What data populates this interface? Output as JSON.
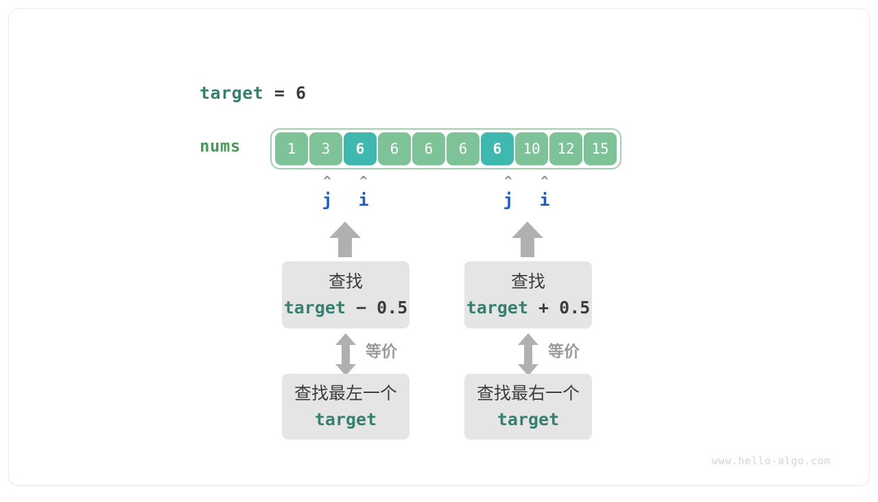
{
  "diagram": {
    "target_line": {
      "variable": "target",
      "equals": " = ",
      "value": "6"
    },
    "array": {
      "label": "nums",
      "cells": [
        {
          "value": "1",
          "highlight": false
        },
        {
          "value": "3",
          "highlight": false
        },
        {
          "value": "6",
          "highlight": true
        },
        {
          "value": "6",
          "highlight": false
        },
        {
          "value": "6",
          "highlight": false
        },
        {
          "value": "6",
          "highlight": false
        },
        {
          "value": "6",
          "highlight": true
        },
        {
          "value": "10",
          "highlight": false
        },
        {
          "value": "12",
          "highlight": false
        },
        {
          "value": "15",
          "highlight": false
        }
      ]
    },
    "pointers": [
      {
        "id": "left-j",
        "name": "j",
        "caret": "^",
        "cell_index": 1
      },
      {
        "id": "left-i",
        "name": "i",
        "caret": "^",
        "cell_index": 2
      },
      {
        "id": "right-j",
        "name": "j",
        "caret": "^",
        "cell_index": 6
      },
      {
        "id": "right-i",
        "name": "i",
        "caret": "^",
        "cell_index": 7
      }
    ],
    "left_branch": {
      "search_box": {
        "line1": "查找",
        "expr_var": "target",
        "expr_rest": " − 0.5"
      },
      "equivalence_label": "等价",
      "result_box": {
        "line1": "查找最左一个",
        "expr_var": "target"
      }
    },
    "right_branch": {
      "search_box": {
        "line1": "查找",
        "expr_var": "target",
        "expr_rest": " + 0.5"
      },
      "equivalence_label": "等价",
      "result_box": {
        "line1": "查找最右一个",
        "expr_var": "target"
      }
    },
    "watermark": "www.hello-algo.com",
    "colors": {
      "cell_normal": "#7ec397",
      "cell_highlight": "#3fb8b0",
      "array_border": "#9fd0ab",
      "keyword_teal": "#35806f",
      "nums_green": "#4c9a5a",
      "pointer_blue": "#1a5fd0",
      "box_gray": "#e5e5e5",
      "arrow_gray": "#b0b0b0",
      "text_dark": "#3c3c3c"
    }
  }
}
